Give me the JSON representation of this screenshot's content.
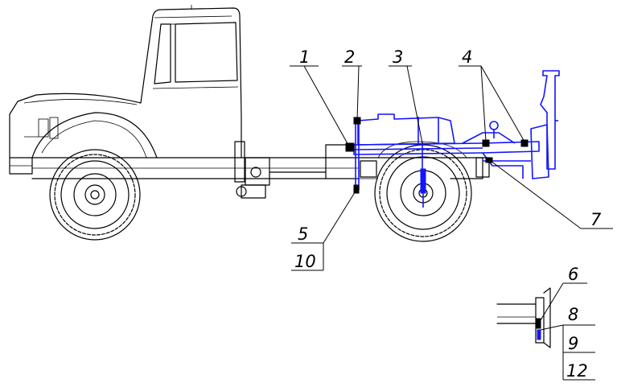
{
  "diagram": {
    "callouts": {
      "c1": "1",
      "c2": "2",
      "c3": "3",
      "c4": "4",
      "c5": "5",
      "c10": "10",
      "c7": "7",
      "c6": "6",
      "c8": "8",
      "c9": "9",
      "c12": "12"
    },
    "colors": {
      "outline": "#000000",
      "equipment": "#1414ff",
      "background": "#ffffff"
    }
  }
}
